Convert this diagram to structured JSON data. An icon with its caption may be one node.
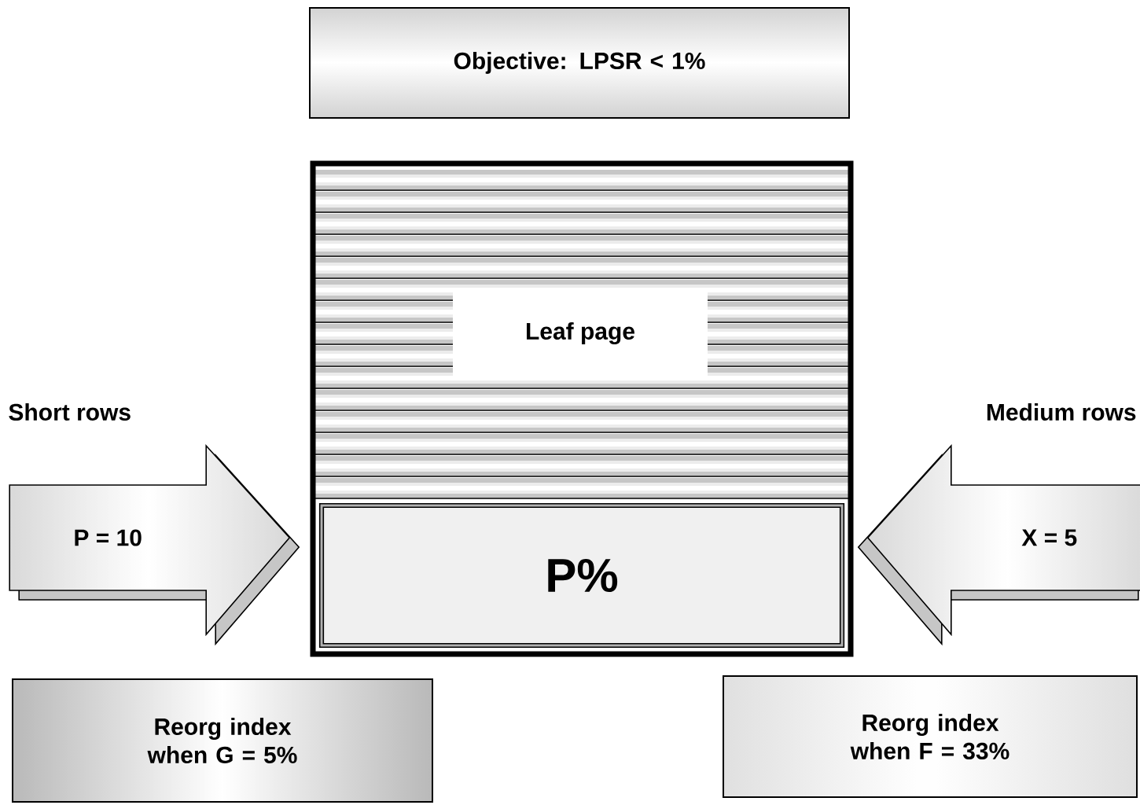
{
  "diagram": {
    "nodes": [
      {
        "text": [
          "Objective: LPSR < 1%"
        ]
      },
      {
        "text": [
          "Leaf page"
        ]
      },
      {
        "text": [
          "P%"
        ],
        "in": 1
      },
      {
        "text": [
          "Reorg index when G = 5%"
        ]
      },
      {
        "text": [
          "Reorg index when F = 33%"
        ]
      }
    ],
    "edges": [
      {
        "from": null,
        "to": 2,
        "arrow": "to",
        "label": "P = 10"
      },
      {
        "from": null,
        "to": 2,
        "arrow": "to",
        "label": "X = 5"
      }
    ],
    "labels": [
      "Short rows",
      "Medium rows"
    ]
  }
}
